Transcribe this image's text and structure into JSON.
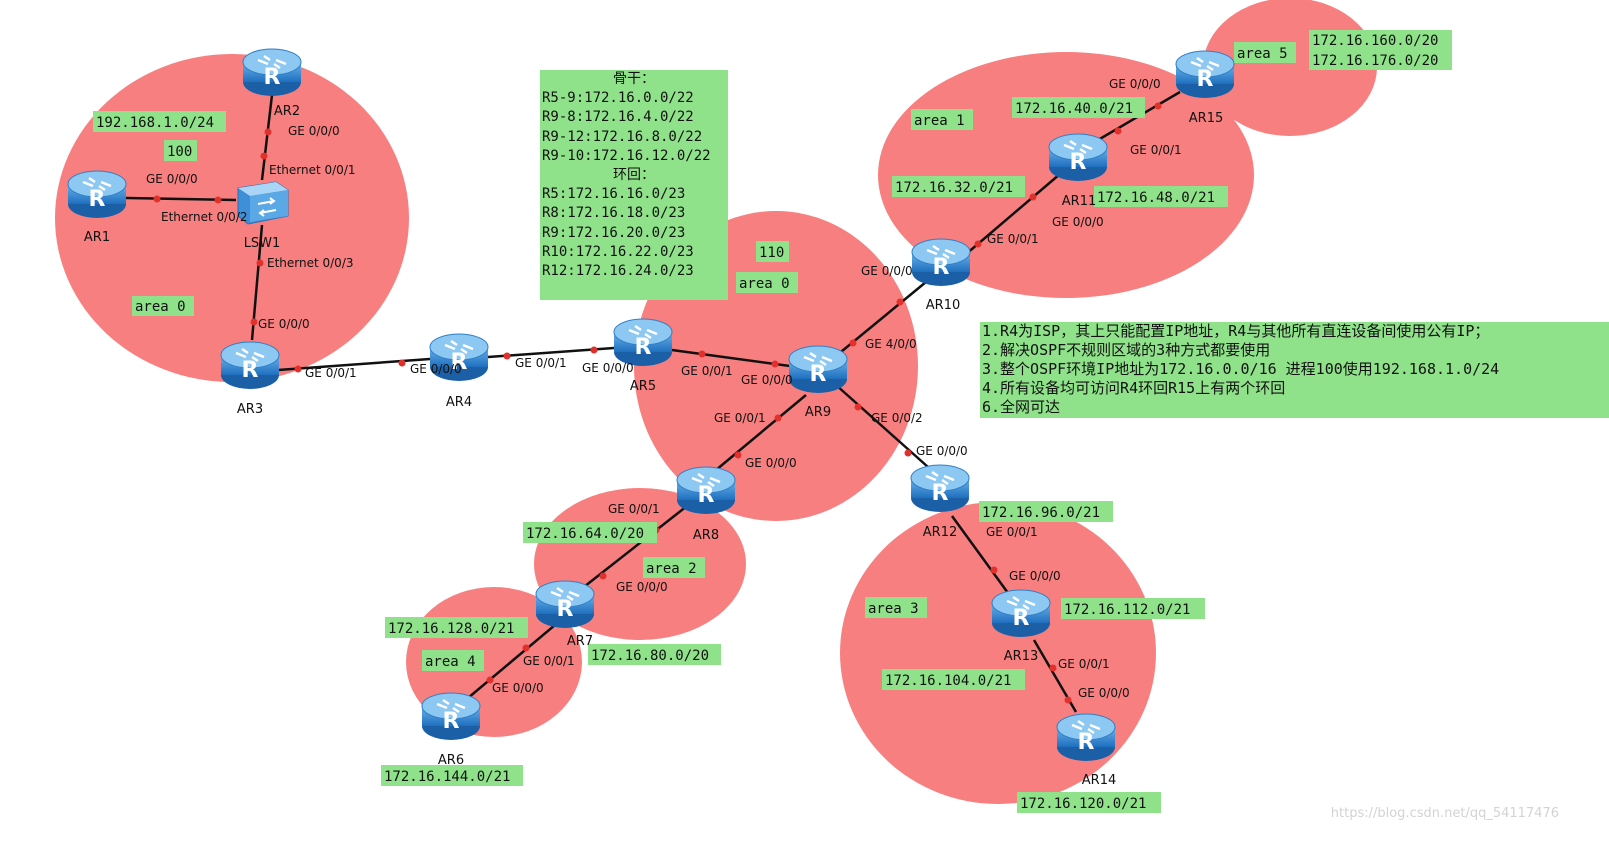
{
  "areas": [
    {
      "id": "area0-left",
      "label": "area 0"
    },
    {
      "id": "area0-center",
      "label": "area 0"
    },
    {
      "id": "area1",
      "label": "area 1"
    },
    {
      "id": "area2",
      "label": "area 2"
    },
    {
      "id": "area3",
      "label": "area 3"
    },
    {
      "id": "area4",
      "label": "area 4"
    },
    {
      "id": "area5",
      "label": "area 5"
    }
  ],
  "devices": {
    "AR1": "AR1",
    "AR2": "AR2",
    "AR3": "AR3",
    "AR4": "AR4",
    "AR5": "AR5",
    "AR6": "AR6",
    "AR7": "AR7",
    "AR8": "AR8",
    "AR9": "AR9",
    "AR10": "AR10",
    "AR11": "AR11",
    "AR12": "AR12",
    "AR13": "AR13",
    "AR14": "AR14",
    "AR15": "AR15",
    "LSW1": "LSW1"
  },
  "ports": {
    "ar2_ge000": "GE 0/0/0",
    "lsw_e001": "Ethernet 0/0/1",
    "ar1_ge000": "GE 0/0/0",
    "lsw_e002": "Ethernet 0/0/2",
    "lsw_e003": "Ethernet 0/0/3",
    "ar3_ge000": "GE 0/0/0",
    "ar3_ge001": "GE 0/0/1",
    "ar4_ge000": "GE 0/0/0",
    "ar4_ge001": "GE 0/0/1",
    "ar5_ge000": "GE 0/0/0",
    "ar5_ge001": "GE 0/0/1",
    "ar9_ge000": "GE 0/0/0",
    "ar9_ge400": "GE 4/0/0",
    "ar9_ge001": "GE 0/0/1",
    "ar9_ge002": "GE 0/0/2",
    "ar10_ge000": "GE 0/0/0",
    "ar10_ge001": "GE 0/0/1",
    "ar11_ge000": "GE 0/0/0",
    "ar11_ge001": "GE 0/0/1",
    "ar15_ge000": "GE 0/0/0",
    "ar8_ge000": "GE 0/0/0",
    "ar8_ge001": "GE 0/0/1",
    "ar7_ge000": "GE 0/0/0",
    "ar7_ge001": "GE 0/0/1",
    "ar6_ge000": "GE 0/0/0",
    "ar12_ge000": "GE 0/0/0",
    "ar12_ge001": "GE 0/0/1",
    "ar13_ge000": "GE 0/0/0",
    "ar13_ge001": "GE 0/0/1",
    "ar14_ge000": "GE 0/0/0"
  },
  "subnets": {
    "s192": "192.168.1.0/24",
    "p100": "100",
    "p110": "110",
    "s40": "172.16.40.0/21",
    "s32": "172.16.32.0/21",
    "s48": "172.16.48.0/21",
    "s160": "172.16.160.0/20",
    "s176": "172.16.176.0/20",
    "s64": "172.16.64.0/20",
    "s80": "172.16.80.0/20",
    "s128": "172.16.128.0/21",
    "s144": "172.16.144.0/21",
    "s96": "172.16.96.0/21",
    "s112": "172.16.112.0/21",
    "s104": "172.16.104.0/21",
    "s120": "172.16.120.0/21"
  },
  "backbone_note": {
    "title": "骨干：",
    "lines": [
      "R5-9:172.16.0.0/22",
      "R9-8:172.16.4.0/22",
      "R9-12:172.16.8.0/22",
      "R9-10:172.16.12.0/22"
    ],
    "loop_title": "环回：",
    "loops": [
      "R5:172.16.16.0/23",
      "R8:172.16.18.0/23",
      "R9:172.16.20.0/23",
      "R10:172.16.22.0/23",
      "R12:172.16.24.0/23"
    ]
  },
  "requirements": [
    "1.R4为ISP，其上只能配置IP地址，R4与其他所有直连设备间使用公有IP；",
    "2.解决OSPF不规则区域的3种方式都要使用",
    "3.整个OSPF环境IP地址为172.16.0.0/16 进程100使用192.168.1.0/24",
    "4.所有设备均可访问R4环回R15上有两个环回",
    "6.全网可达"
  ],
  "watermark": "https://blog.csdn.net/qq_54117476",
  "colors": {
    "area_fill": "#f77f7f",
    "label_bg": "#8fe28a",
    "router": "#3a8ed6",
    "link": "#111111",
    "port_dot": "#e0312c"
  }
}
